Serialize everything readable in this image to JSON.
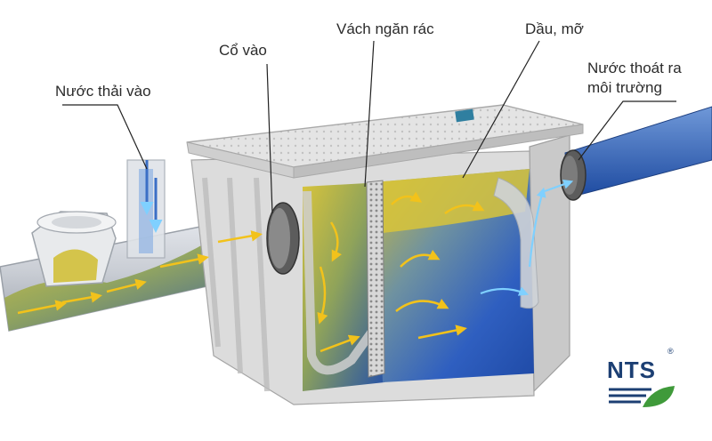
{
  "labels": {
    "inlet_wastewater": "Nước thải vào",
    "inlet_neck": "Cổ vào",
    "debris_screen": "Vách ngăn rác",
    "oil_grease": "Dầu, mỡ",
    "outlet_line1": "Nước thoát ra",
    "outlet_line2": "môi trường"
  },
  "logo": {
    "text": "NTS",
    "registered": "®"
  },
  "colors": {
    "water": "#2f5fb8",
    "grease": "#c9b73a",
    "arrow": "#f2c21b",
    "tank": "#d9d9d9",
    "logo_blue": "#1c3f73",
    "logo_green": "#3f9a3a"
  }
}
